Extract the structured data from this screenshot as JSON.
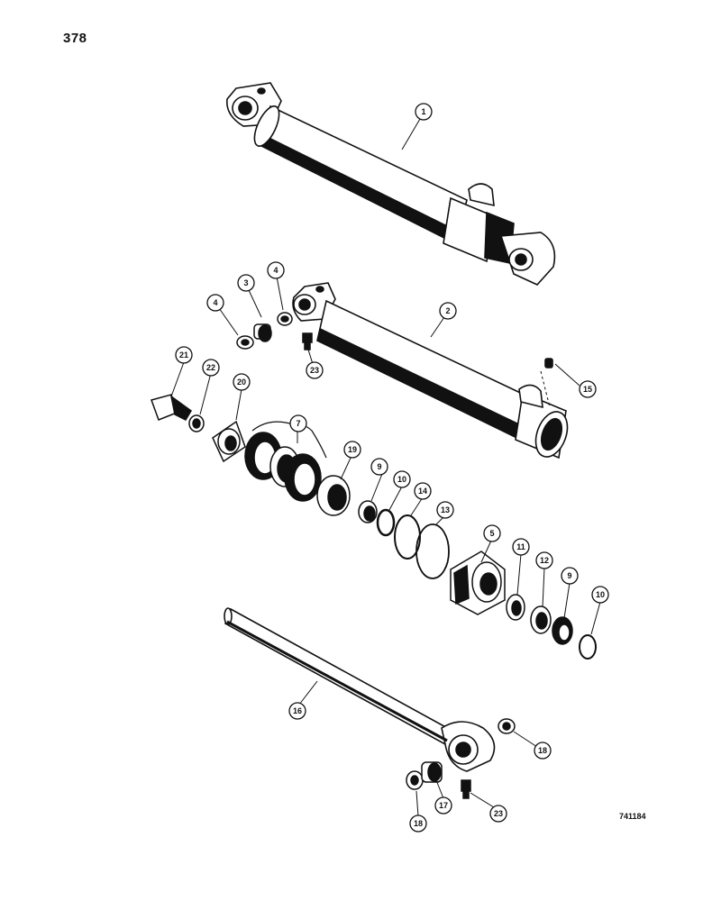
{
  "page_number": "378",
  "figure_code": "741184",
  "callouts": [
    "1",
    "2",
    "3",
    "4",
    "4",
    "5",
    "7",
    "9",
    "9",
    "10",
    "10",
    "11",
    "12",
    "13",
    "14",
    "15",
    "16",
    "17",
    "18",
    "18",
    "19",
    "20",
    "21",
    "22",
    "23",
    "23"
  ]
}
